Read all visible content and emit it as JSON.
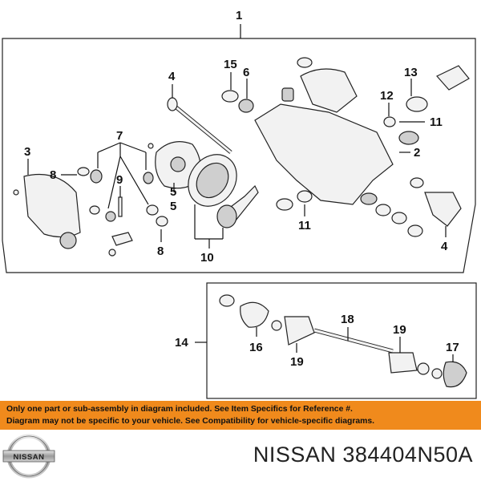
{
  "diagram": {
    "callouts": {
      "c1": "1",
      "c2": "2",
      "c3": "3",
      "c4a": "4",
      "c4b": "4",
      "c5a": "5",
      "c5b": "5",
      "c6": "6",
      "c7": "7",
      "c8a": "8",
      "c8b": "8",
      "c9": "9",
      "c10": "10",
      "c11a": "11",
      "c11b": "11",
      "c12": "12",
      "c13": "13",
      "c14": "14",
      "c15": "15",
      "c16": "16",
      "c17": "17",
      "c18": "18",
      "c19a": "19",
      "c19b": "19"
    }
  },
  "notice": {
    "line1": "Only one part or sub-assembly in diagram included. See Item Specifics for Reference #.",
    "line2": "Diagram may not be specific to your vehicle. See Compatibility for vehicle-specific diagrams."
  },
  "brand": {
    "logo_text": "NISSAN",
    "part_number": "NISSAN 384404N50A"
  },
  "colors": {
    "notice_bar": "#f08a1c",
    "line_art": "#222222"
  }
}
